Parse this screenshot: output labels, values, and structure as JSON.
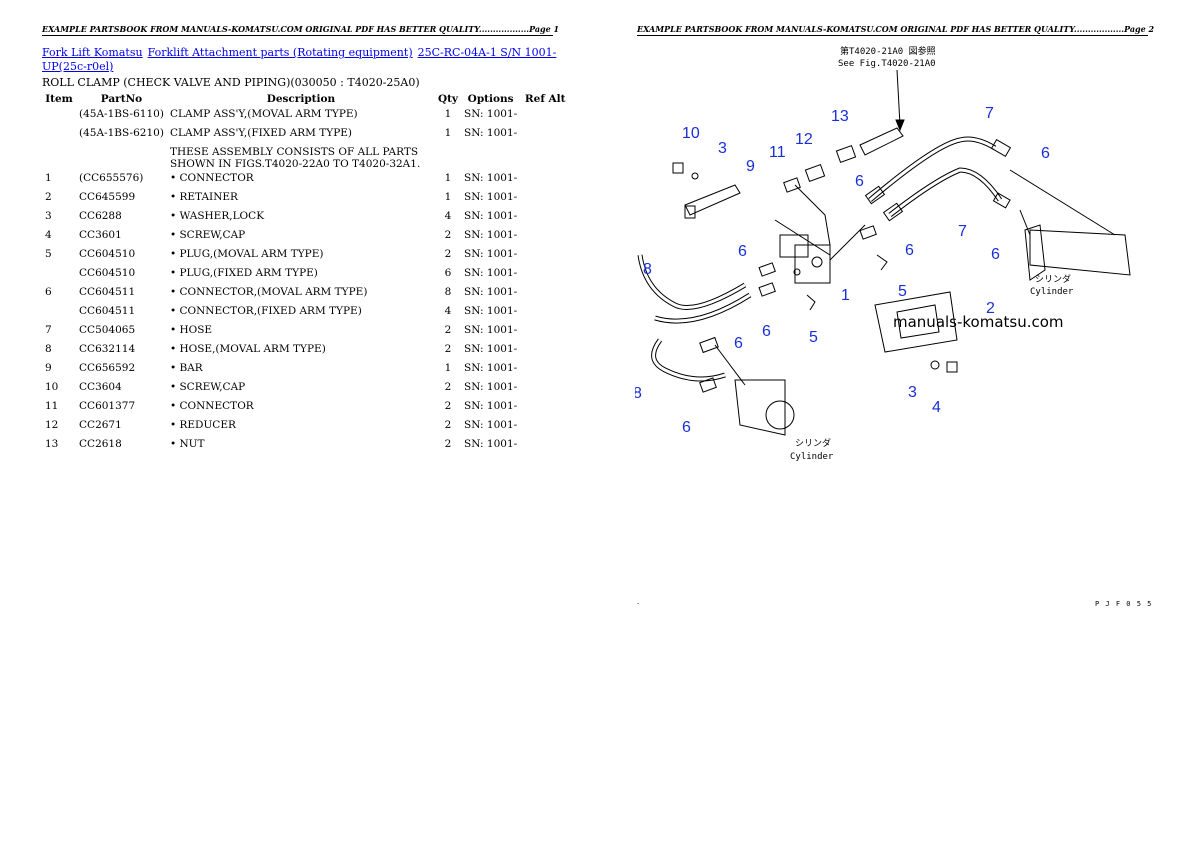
{
  "page1": {
    "header": "EXAMPLE PARTSBOOK FROM MANUALS-KOMATSU.COM ORIGINAL PDF HAS BETTER QUALITY..................Page 1",
    "breadcrumbs": [
      "Fork Lift Komatsu",
      "Forklift Attachment parts (Rotating equipment)",
      "25C-RC-04A-1 S/N 1001-UP(25c-r0el)"
    ],
    "title": "ROLL CLAMP (CHECK VALVE AND PIPING)(030050 : T4020-25A0)",
    "columns": [
      "Item",
      "PartNo",
      "Description",
      "Qty",
      "Options",
      "Ref Alt"
    ],
    "rows": [
      {
        "item": "",
        "part": "(45A-1BS-6110)",
        "desc": "CLAMP ASS'Y,(MOVAL ARM TYPE)",
        "qty": "1",
        "opt": "SN: 1001-"
      },
      {
        "item": "",
        "part": "(45A-1BS-6210)",
        "desc": "CLAMP ASS'Y,(FIXED ARM TYPE)",
        "qty": "1",
        "opt": "SN: 1001-"
      },
      {
        "item": "",
        "part": "",
        "desc": "THESE ASSEMBLY CONSISTS OF ALL PARTS SHOWN IN FIGS.T4020-22A0 TO T4020-32A1.",
        "qty": "",
        "opt": ""
      },
      {
        "item": "1",
        "part": "(CC655576)",
        "desc": "• CONNECTOR",
        "qty": "1",
        "opt": "SN: 1001-"
      },
      {
        "item": "2",
        "part": "CC645599",
        "desc": "• RETAINER",
        "qty": "1",
        "opt": "SN: 1001-"
      },
      {
        "item": "3",
        "part": "CC6288",
        "desc": "• WASHER,LOCK",
        "qty": "4",
        "opt": "SN: 1001-"
      },
      {
        "item": "4",
        "part": "CC3601",
        "desc": "• SCREW,CAP",
        "qty": "2",
        "opt": "SN: 1001-"
      },
      {
        "item": "5",
        "part": "CC604510",
        "desc": "• PLUG,(MOVAL ARM TYPE)",
        "qty": "2",
        "opt": "SN: 1001-"
      },
      {
        "item": "",
        "part": "CC604510",
        "desc": "• PLUG,(FIXED ARM TYPE)",
        "qty": "6",
        "opt": "SN: 1001-"
      },
      {
        "item": "6",
        "part": "CC604511",
        "desc": "• CONNECTOR,(MOVAL ARM TYPE)",
        "qty": "8",
        "opt": "SN: 1001-"
      },
      {
        "item": "",
        "part": "CC604511",
        "desc": "• CONNECTOR,(FIXED ARM TYPE)",
        "qty": "4",
        "opt": "SN: 1001-"
      },
      {
        "item": "7",
        "part": "CC504065",
        "desc": "• HOSE",
        "qty": "2",
        "opt": "SN: 1001-"
      },
      {
        "item": "8",
        "part": "CC632114",
        "desc": "• HOSE,(MOVAL ARM TYPE)",
        "qty": "2",
        "opt": "SN: 1001-"
      },
      {
        "item": "9",
        "part": "CC656592",
        "desc": "• BAR",
        "qty": "1",
        "opt": "SN: 1001-"
      },
      {
        "item": "10",
        "part": "CC3604",
        "desc": "• SCREW,CAP",
        "qty": "2",
        "opt": "SN: 1001-"
      },
      {
        "item": "11",
        "part": "CC601377",
        "desc": "• CONNECTOR",
        "qty": "2",
        "opt": "SN: 1001-"
      },
      {
        "item": "12",
        "part": "CC2671",
        "desc": "• REDUCER",
        "qty": "2",
        "opt": "SN: 1001-"
      },
      {
        "item": "13",
        "part": "CC2618",
        "desc": "• NUT",
        "qty": "2",
        "opt": "SN: 1001-"
      }
    ]
  },
  "page2": {
    "header": "EXAMPLE PARTSBOOK FROM MANUALS-KOMATSU.COM ORIGINAL PDF HAS BETTER QUALITY..................Page 2",
    "diagram": {
      "ref_jp": "第T4020-21A0 図参照",
      "ref_en": "See Fig.T4020-21A0",
      "watermark": "manuals-komatsu.com",
      "cyl_jp": "シリンダ",
      "cyl_en": "Cylinder",
      "callouts": [
        "1",
        "2",
        "3",
        "4",
        "5",
        "6",
        "7",
        "8",
        "9",
        "10",
        "11",
        "12",
        "13"
      ],
      "callout_color": "#1a2fd6",
      "code": "P J F 0 5 5"
    }
  }
}
